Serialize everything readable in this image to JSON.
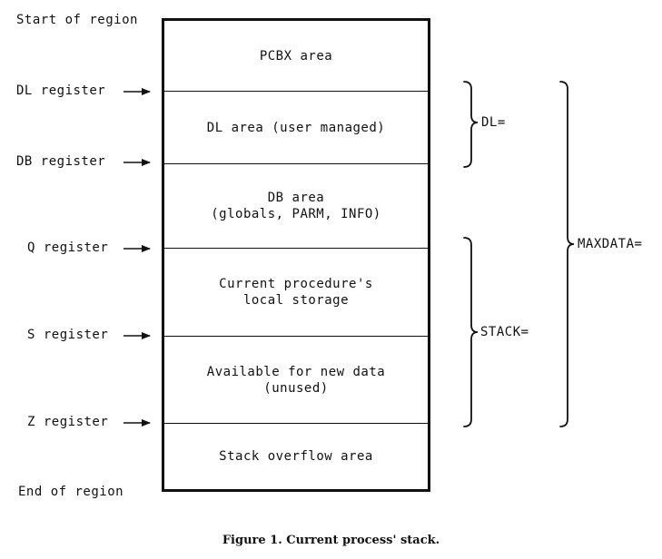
{
  "labels": {
    "start_of_region": "Start of region",
    "end_of_region": "End of region"
  },
  "registers": [
    {
      "text": "DL register"
    },
    {
      "text": "DB register"
    },
    {
      "text": "Q register"
    },
    {
      "text": "S register"
    },
    {
      "text": "Z register"
    }
  ],
  "segments": [
    {
      "lines": [
        "PCBX area"
      ]
    },
    {
      "lines": [
        "DL area (user managed)"
      ]
    },
    {
      "lines": [
        "DB area",
        "(globals, PARM, INFO)"
      ]
    },
    {
      "lines": [
        "Current procedure's",
        "local storage"
      ]
    },
    {
      "lines": [
        "Available for new data",
        "(unused)"
      ]
    },
    {
      "lines": [
        "Stack overflow area"
      ]
    }
  ],
  "braces": {
    "dl": "DL=",
    "stack": "STACK=",
    "maxdata": "MAXDATA="
  },
  "caption": "Figure 1.  Current process' stack."
}
